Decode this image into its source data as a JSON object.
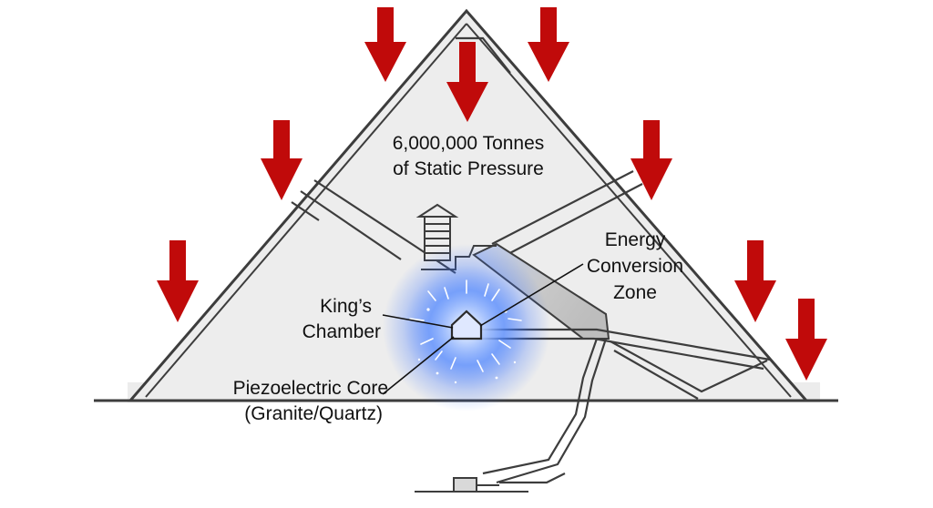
{
  "colors": {
    "arrow": "#c00a0a",
    "pyramid_fill": "#ededed",
    "outline": "#3d3d3d",
    "ground": "#e6e6e6",
    "glow": "#2f6bff"
  },
  "labels": {
    "pressure_line1": "6,000,000 Tonnes",
    "pressure_line2": "of Static Pressure",
    "energy_line1": "Energy",
    "energy_line2": "Conversion",
    "energy_line3": "Zone",
    "king_line1": "King’s",
    "king_line2": "Chamber",
    "core_line1": "Piezoelectric Core",
    "core_line2": "(Granite/Quartz)"
  },
  "icons": [
    "pressure-arrow-icon",
    "energy-burst-icon",
    "relieving-chambers-icon"
  ]
}
